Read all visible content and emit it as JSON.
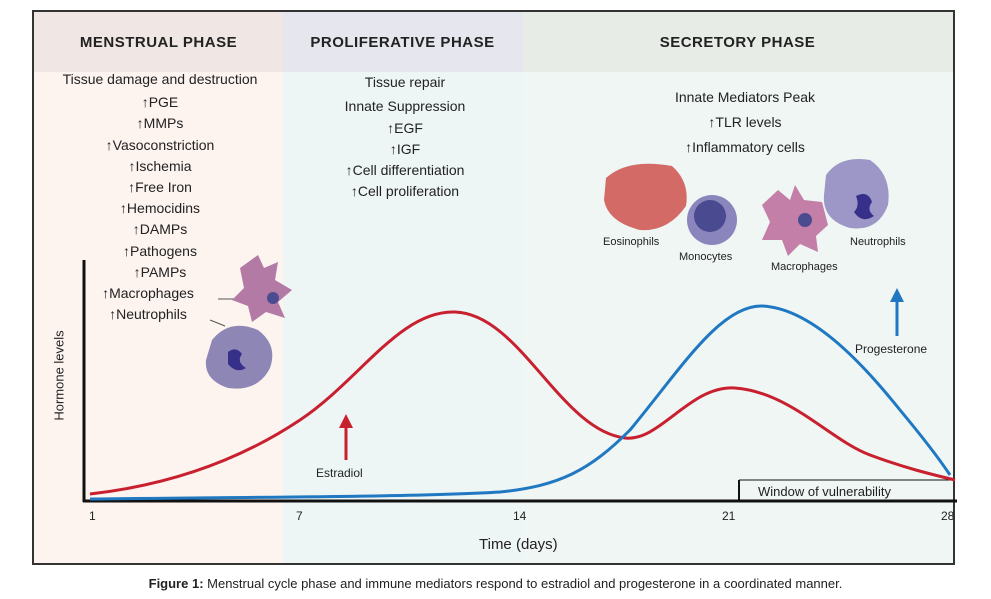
{
  "phases": [
    {
      "title": "MENSTRUAL PHASE",
      "items": [
        "Tissue damage and destruction",
        "↑PGE",
        "↑MMPs",
        "↑Vasoconstriction",
        "↑Ischemia",
        "↑Free Iron",
        "↑Hemocidins",
        "↑DAMPs",
        "↑Pathogens",
        "↑PAMPs",
        "↑Macrophages",
        "↑Neutrophils"
      ]
    },
    {
      "title": "PROLIFERATIVE PHASE",
      "items": [
        "Tissue repair",
        "Innate Suppression",
        "↑EGF",
        "↑IGF",
        "↑Cell differentiation",
        "↑Cell proliferation"
      ]
    },
    {
      "title": "SECRETORY PHASE",
      "items": [
        "Innate Mediators Peak",
        "↑TLR levels",
        "↑Inflammatory cells"
      ]
    }
  ],
  "cells": {
    "eosinophils": "Eosinophils",
    "monocytes": "Monocytes",
    "macrophages": "Macrophages",
    "neutrophils": "Neutrophils"
  },
  "chart_data": {
    "type": "line",
    "xlabel": "Time (days)",
    "ylabel": "Hormone levels",
    "xticks": [
      "1",
      "7",
      "14",
      "21",
      "28"
    ],
    "series": [
      {
        "name": "Estradiol",
        "color": "#c8202f"
      },
      {
        "name": "Progesterone",
        "color": "#1f78c1"
      }
    ],
    "annotation": "Window of vulnerability"
  },
  "caption": {
    "label": "Figure 1:",
    "text": " Menstrual cycle phase and immune mediators respond to estradiol and progesterone in a coordinated manner."
  }
}
